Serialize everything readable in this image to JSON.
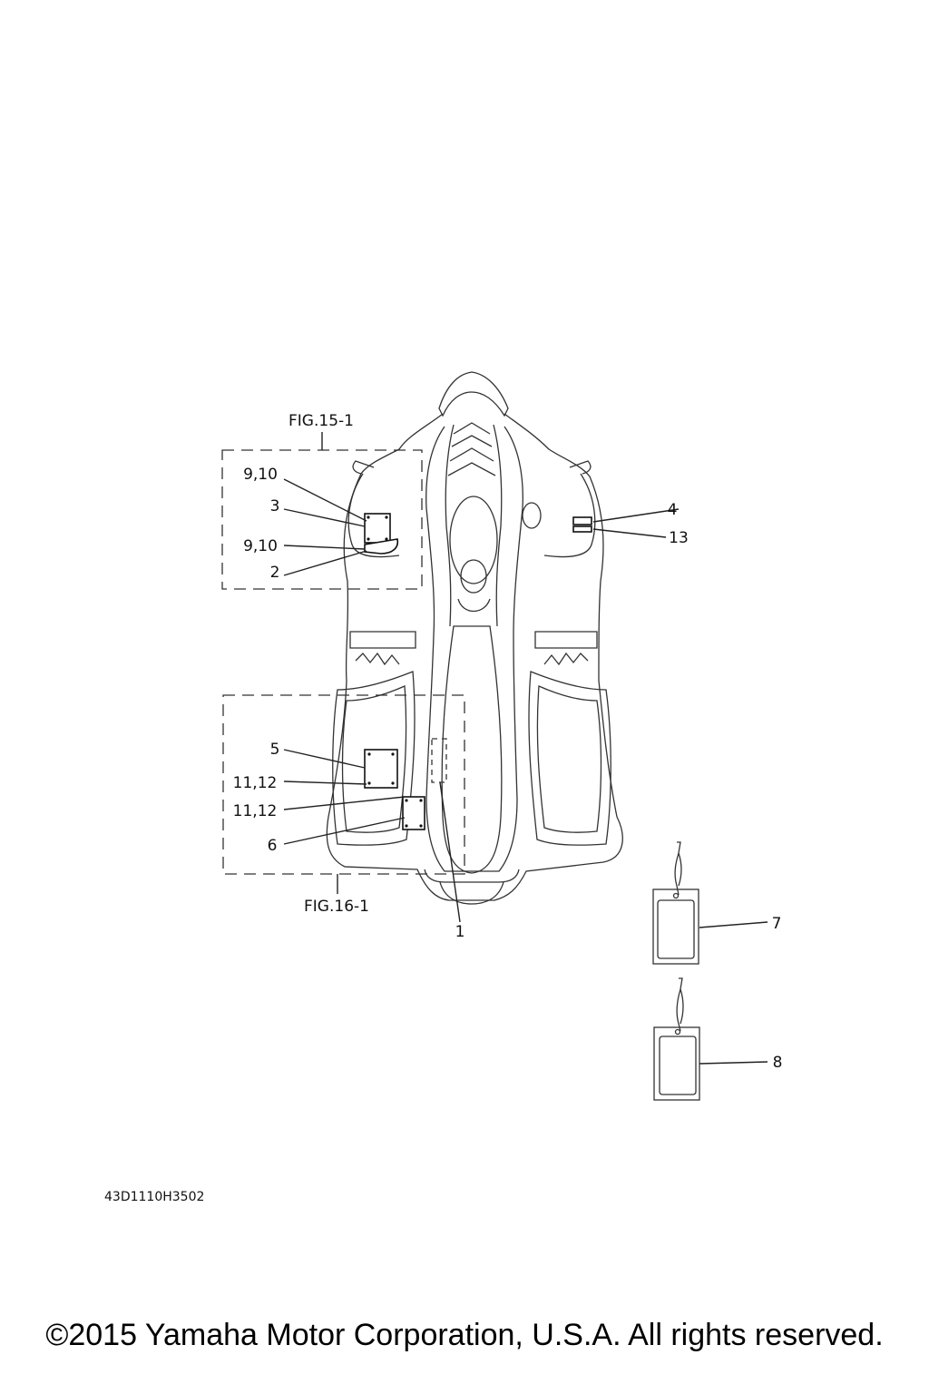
{
  "figure_refs": {
    "top": "FIG.15-1",
    "bottom": "FIG.16-1"
  },
  "callouts": {
    "c_9_10_a": "9,10",
    "c_3": "3",
    "c_9_10_b": "9,10",
    "c_2": "2",
    "c_4": "4",
    "c_13": "13",
    "c_5": "5",
    "c_11_12_a": "11,12",
    "c_11_12_b": "11,12",
    "c_6": "6",
    "c_1": "1",
    "c_7": "7",
    "c_8": "8"
  },
  "diagram_code": "43D1110H3502",
  "copyright": "©2015 Yamaha Motor Corporation, U.S.A. All rights reserved."
}
